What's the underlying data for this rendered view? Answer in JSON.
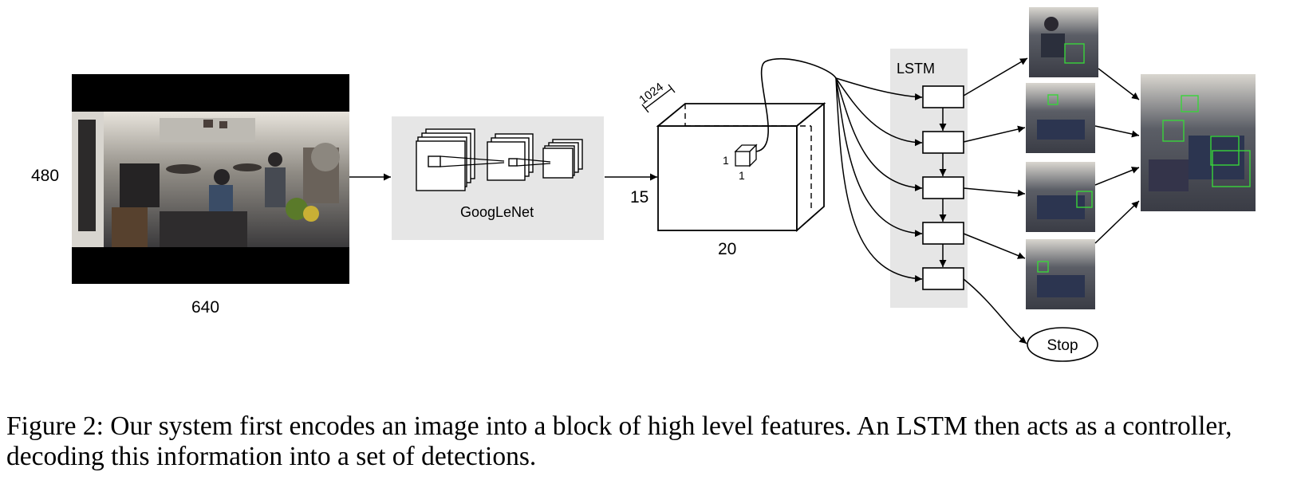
{
  "input": {
    "height_label": "480",
    "width_label": "640"
  },
  "cnn": {
    "label": "GoogLeNet"
  },
  "features": {
    "depth_label": "1024",
    "height_label": "15",
    "width_label": "20",
    "cell_label_left": "1",
    "cell_label_bottom": "1"
  },
  "lstm": {
    "label": "LSTM",
    "stop_label": "Stop"
  },
  "caption": "Figure 2: Our system first encodes an image into a block of high level features. An LSTM then acts as a controller, decoding this information into a set of detections."
}
